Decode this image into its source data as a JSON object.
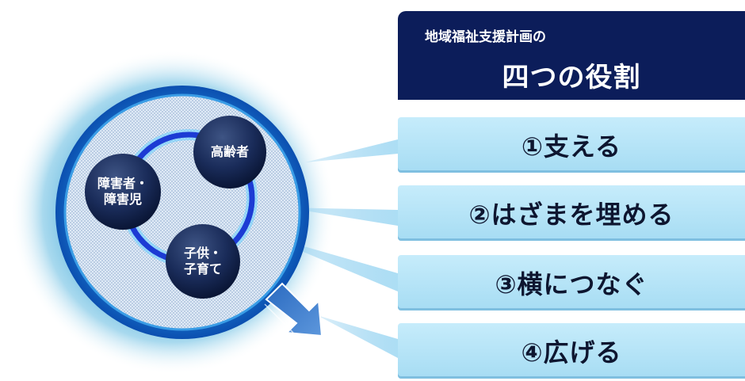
{
  "header": {
    "subtitle": "地域福祉支援計画の",
    "title": "四つの役割"
  },
  "roles": [
    {
      "label": "①支える"
    },
    {
      "label": "②はざまを埋める"
    },
    {
      "label": "③横につなぐ"
    },
    {
      "label": "④広げる"
    }
  ],
  "nodes": [
    {
      "label": "高齢者"
    },
    {
      "label": "障害者・\n障害児"
    },
    {
      "label": "子供・\n子育て"
    }
  ],
  "colors": {
    "title_bg": "#0c1d5a",
    "role_bg": "#b8e5f8",
    "ring": "#1c3bd4",
    "node_bg": "#1a2c5a"
  }
}
